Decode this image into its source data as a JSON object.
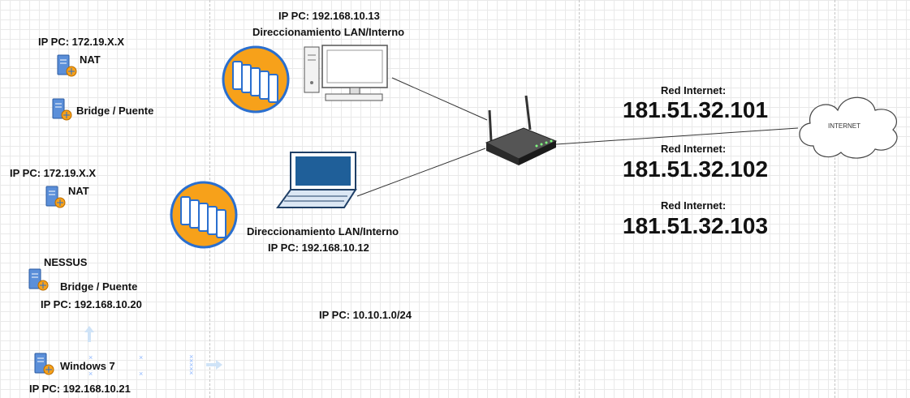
{
  "pc_top": {
    "ip": "IP PC: 192.168.10.13",
    "addressing": "Direccionamiento LAN/Interno"
  },
  "pc_bottom": {
    "addressing": "Direccionamiento LAN/Interno",
    "ip": "IP PC: 192.168.10.12"
  },
  "left_group_1": {
    "ip": "IP PC: 172.19.X.X",
    "nat": "NAT",
    "bridge": "Bridge / Puente"
  },
  "left_group_2": {
    "ip": "IP PC: 172.19.X.X",
    "nat": "NAT"
  },
  "nessus": {
    "name": "NESSUS",
    "bridge": "Bridge / Puente",
    "ip": "IP PC: 192.168.10.20"
  },
  "windows7": {
    "name": "Windows 7",
    "ip": "IP PC: 192.168.10.21"
  },
  "network_ip": "IP PC: 10.10.1.0/24",
  "internet_ips": [
    {
      "label": "Red Internet:",
      "ip": "181.51.32.101"
    },
    {
      "label": "Red Internet:",
      "ip": "181.51.32.102"
    },
    {
      "label": "Red Internet:",
      "ip": "181.51.32.103"
    }
  ],
  "cloud_label": "INTERNET",
  "colors": {
    "firewall_orange": "#f7a11a",
    "firewall_blue": "#2a6fcf",
    "monitor_blue": "#1f5f99",
    "router_dark": "#2b2b2b"
  }
}
